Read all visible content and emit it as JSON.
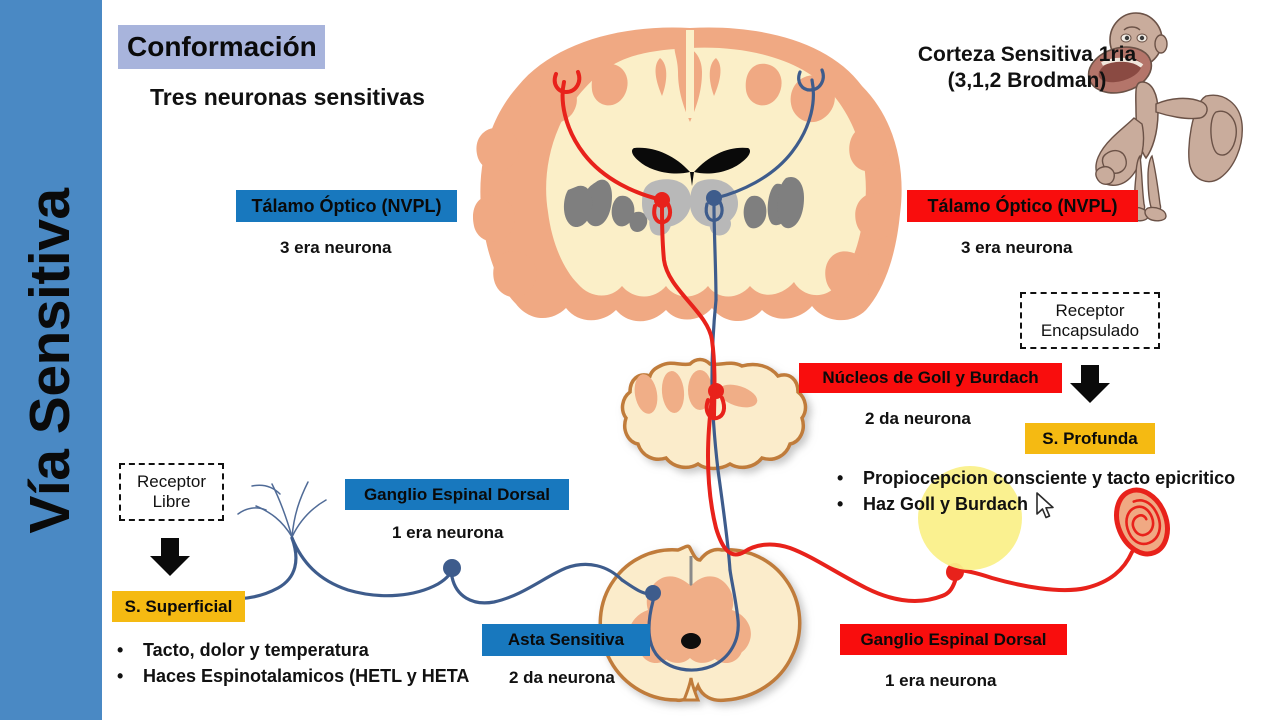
{
  "sidebar": {
    "title": "Vía Sensitiva",
    "color": "#4A89C4"
  },
  "header": {
    "title": "Conformación",
    "title_bg": "#A8B4DC",
    "subtitle": "Tres neuronas sensitivas"
  },
  "cortex_label": {
    "line1": "Corteza Sensitiva 1ria",
    "line2": "(3,1,2 Brodman)"
  },
  "labels": {
    "thalamus_left": {
      "text": "Tálamo Óptico (NVPL)",
      "caption": "3 era neurona",
      "color": "#1878BE"
    },
    "thalamus_right": {
      "text": "Tálamo Óptico (NVPL)",
      "caption": "3 era neurona",
      "color": "#F90D0D"
    },
    "goll_burdach": {
      "text": "Núcleos de Goll y Burdach",
      "caption": "2 da neurona",
      "color": "#F90D0D"
    },
    "ganglio_left": {
      "text": "Ganglio Espinal Dorsal",
      "caption": "1 era neurona",
      "color": "#1878BE"
    },
    "ganglio_right": {
      "text": "Ganglio Espinal Dorsal",
      "caption": "1 era neurona",
      "color": "#F90D0D"
    },
    "asta_sensitiva": {
      "text": "Asta Sensitiva",
      "caption": "2 da neurona",
      "color": "#1878BE"
    }
  },
  "receptors": {
    "free": {
      "line1": "Receptor",
      "line2": "Libre",
      "sensation": "S. Superficial",
      "sensation_color": "#F5BA12"
    },
    "encapsulated": {
      "line1": "Receptor",
      "line2": "Encapsulado",
      "sensation": "S. Profunda",
      "sensation_color": "#F5BA12"
    }
  },
  "bullets_left": [
    {
      "marker": "•",
      "text": "Tacto, dolor y temperatura"
    },
    {
      "marker": "•",
      "text": "Haces Espinotalamicos (HETL y HETA"
    }
  ],
  "bullets_right": [
    {
      "marker": "•",
      "text": "Propiocepcion consciente y tacto epicritico"
    },
    {
      "marker": "•",
      "text": "Haz Goll y Burdach"
    }
  ],
  "icons": {
    "arrow_down_left": "arrow-down-icon",
    "arrow_down_right": "arrow-down-icon",
    "cursor": "mouse-pointer-icon",
    "spotlight": "highlight-spotlight"
  },
  "anatomy": {
    "brain": "coronal-brain-section",
    "medulla": "medulla-oblongata-section",
    "spinal_cord": "spinal-cord-section",
    "homunculus": "sensory-homunculus-figure",
    "pacinian": "pacinian-corpuscle-icon",
    "free_nerve": "free-nerve-ending-icon"
  },
  "colors": {
    "pathway_red": "#E8221B",
    "pathway_blue": "#3E5C8C",
    "brain_cortex": "#F0A983",
    "brain_white": "#FBEFC8",
    "gray_matter": "#7F7F7F",
    "cord_outline": "#C07B3A",
    "cord_fill": "#FBECCB",
    "cord_gray": "#F0AE87",
    "spotlight": "#FAF08A"
  }
}
